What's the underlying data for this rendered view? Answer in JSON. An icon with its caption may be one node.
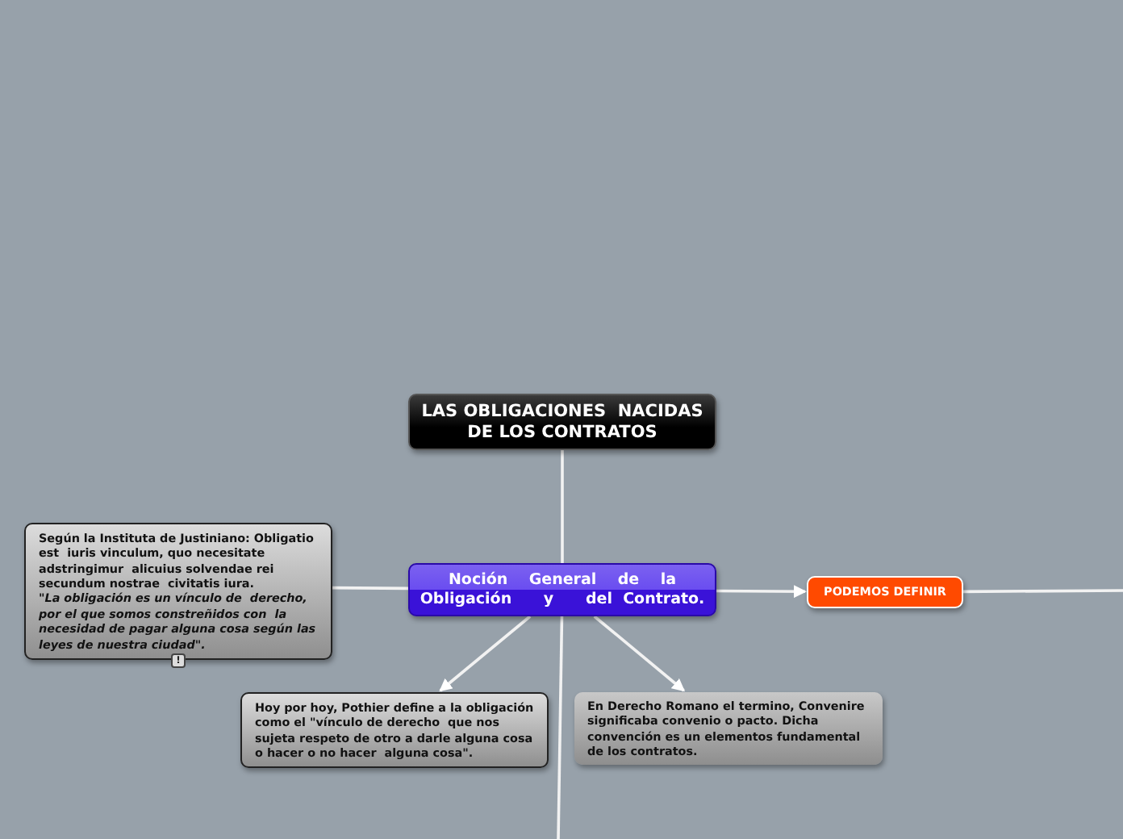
{
  "diagram": {
    "nodes": [
      {
        "text": [
          "LAS OBLIGACIONES  NACIDAS DE LOS CONTRATOS"
        ]
      },
      {
        "text": [
          "Noción    General    de    la Obligación      y      del  Contrato."
        ]
      },
      {
        "text": [
          "Según la Instituta de Justiniano: Obligatio est  iuris vinculum, quo necesitate adstringimur  alicuius solvendae rei secundum nostrae  civitatis iura.",
          "\"La obligación es un vínculo de  derecho, por el que somos constreñidos con  la necesidad de pagar alguna cosa según las leyes de nuestra ciudad\"."
        ]
      },
      {
        "text": [
          "PODEMOS DEFINIR"
        ]
      },
      {
        "text": [
          "Hoy por hoy, Pothier define a la obligación como el \"vínculo de derecho  que nos sujeta respeto de otro a darle alguna cosa o hacer o no hacer  alguna cosa\"."
        ]
      },
      {
        "text": [
          "En Derecho Romano el termino, Convenire significaba convenio o pacto. Dicha convención es un elementos fundamental de los contratos."
        ]
      }
    ],
    "edges": [
      {
        "from": 0,
        "to": 1,
        "arrow": "none"
      },
      {
        "from": 2,
        "to": 1,
        "arrow": "none"
      },
      {
        "from": 1,
        "to": 3,
        "arrow": "to"
      },
      {
        "from": 1,
        "to": 4,
        "arrow": "to"
      },
      {
        "from": 1,
        "to": 5,
        "arrow": "to"
      },
      {
        "from": 1,
        "to": null,
        "arrow": "none"
      },
      {
        "from": 3,
        "to": null,
        "arrow": "none"
      }
    ],
    "labels": [
      "!"
    ]
  }
}
